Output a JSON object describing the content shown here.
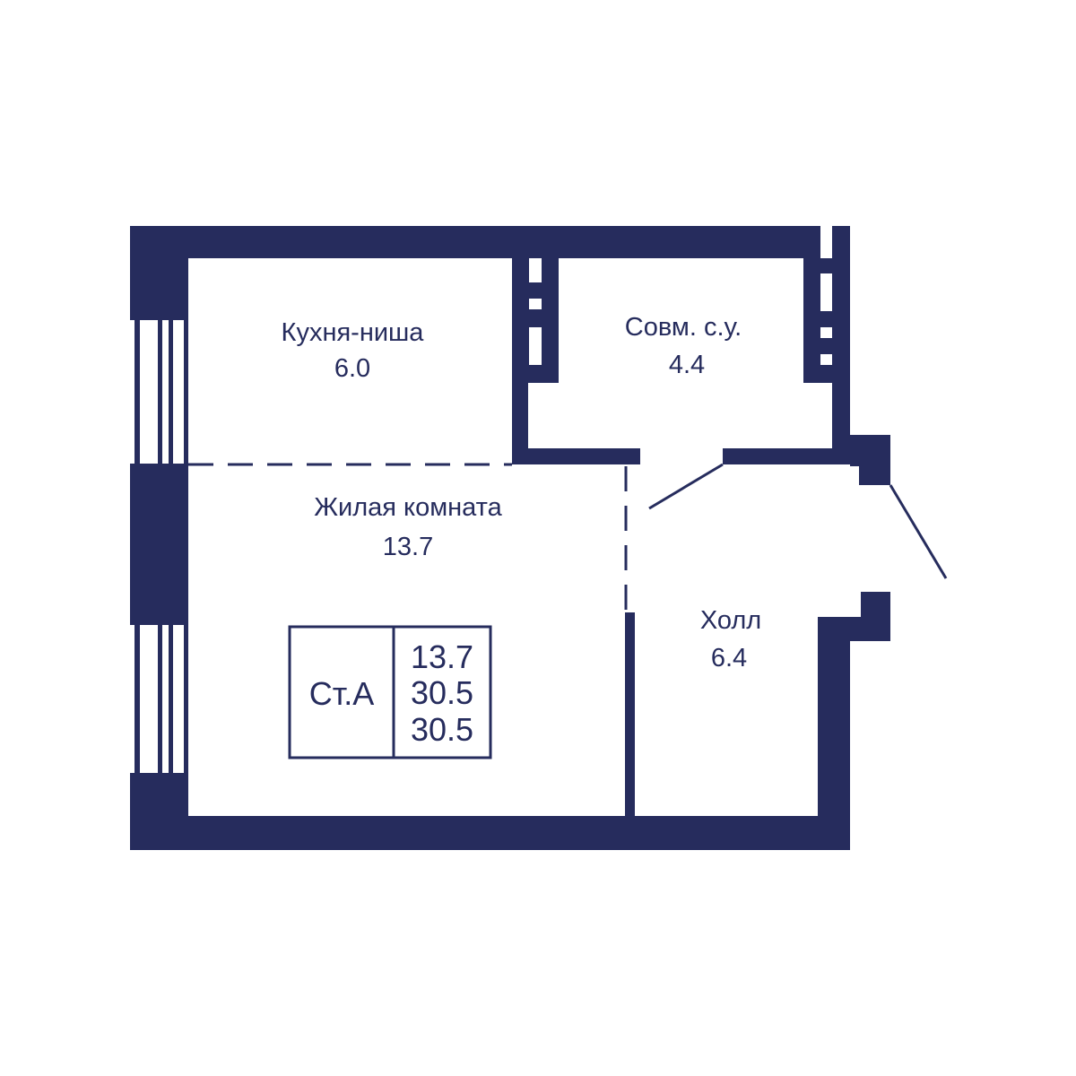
{
  "colors": {
    "wall": "#262c5d",
    "background": "#ffffff"
  },
  "rooms": [
    {
      "name": "Кухня-ниша",
      "area": "6.0"
    },
    {
      "name": "Совм. с.у.",
      "area": "4.4"
    },
    {
      "name": "Жилая комната",
      "area": "13.7"
    },
    {
      "name": "Холл",
      "area": "6.4"
    }
  ],
  "summary": {
    "type": "Ст.А",
    "living_area": "13.7",
    "total_area": "30.5",
    "total_area_with_balcony": "30.5"
  }
}
